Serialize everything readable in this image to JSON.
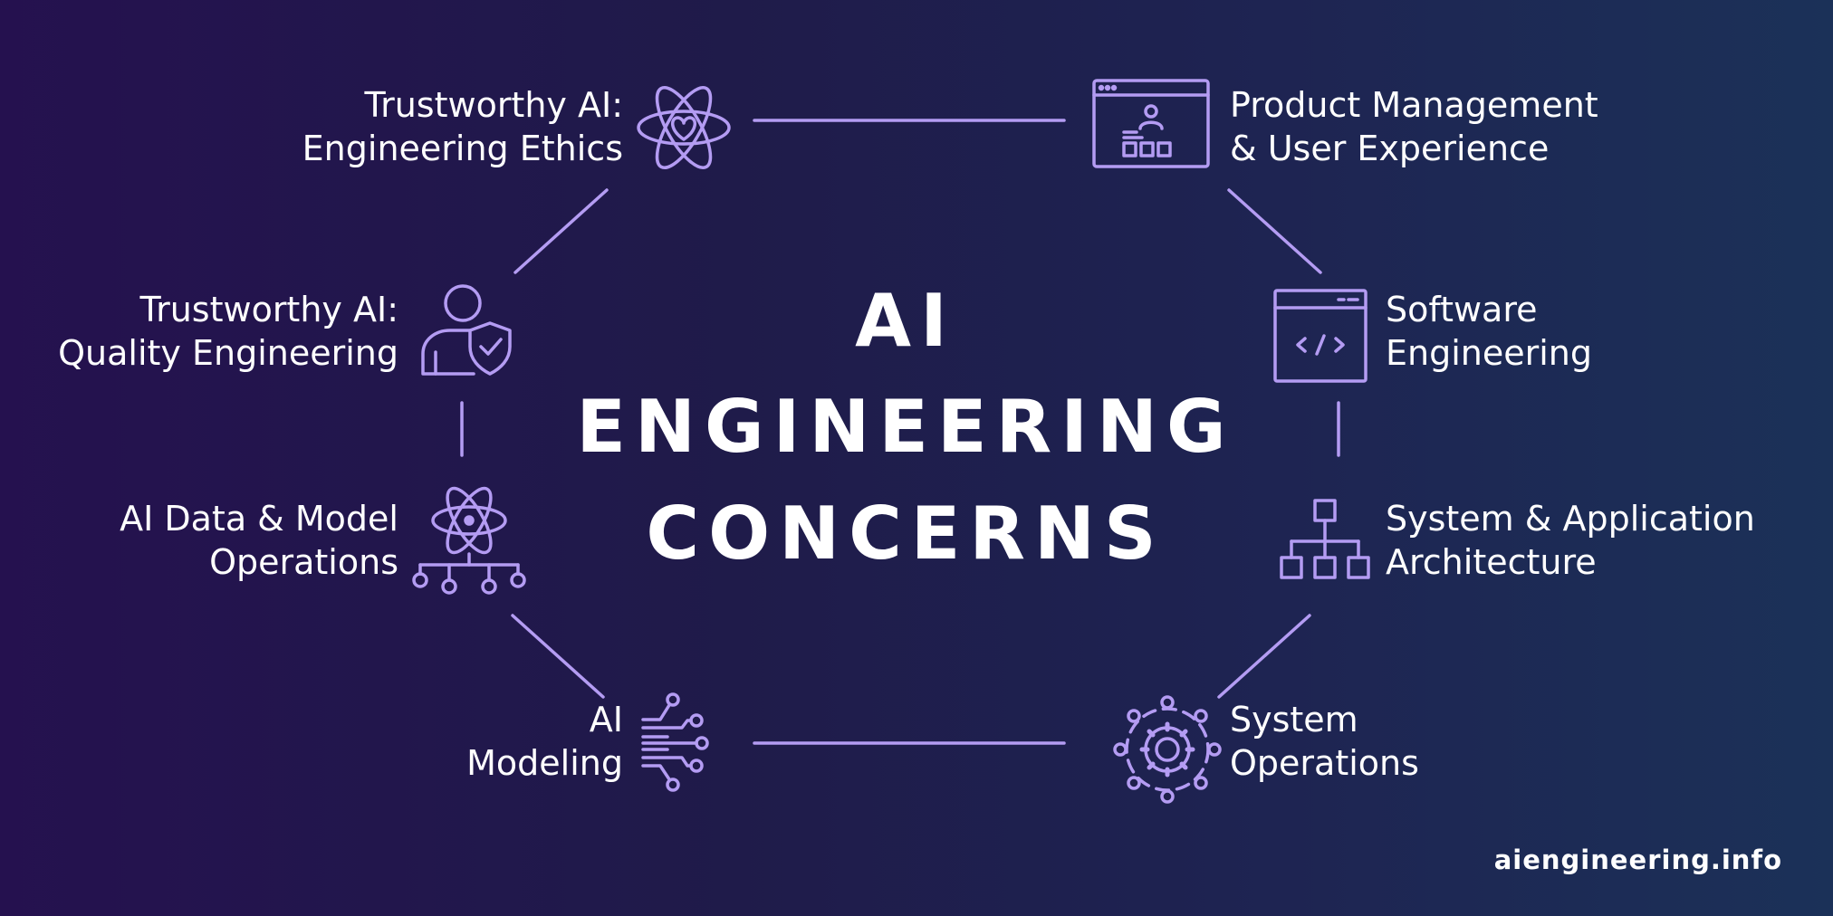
{
  "title": {
    "line1": "AI",
    "line2": "ENGINEERING",
    "line3": "CONCERNS"
  },
  "accent_color": "#b49cf3",
  "concerns": [
    {
      "line1": "Trustworthy AI:",
      "line2": "Engineering Ethics",
      "icon": "atom-heart-icon"
    },
    {
      "line1": "Product Management",
      "line2": "& User Experience",
      "icon": "browser-user-dashboard-icon"
    },
    {
      "line1": "Software",
      "line2": "Engineering",
      "icon": "code-window-icon"
    },
    {
      "line1": "System & Application",
      "line2": "Architecture",
      "icon": "hierarchy-icon"
    },
    {
      "line1": "System",
      "line2": "Operations",
      "icon": "gear-network-icon"
    },
    {
      "line1": "AI",
      "line2": "Modeling",
      "icon": "circuit-branches-icon"
    },
    {
      "line1": "AI Data & Model",
      "line2": "Operations",
      "icon": "atom-network-icon"
    },
    {
      "line1": "Trustworthy AI:",
      "line2": "Quality Engineering",
      "icon": "user-shield-icon"
    }
  ],
  "footer": "aiengineering.info"
}
